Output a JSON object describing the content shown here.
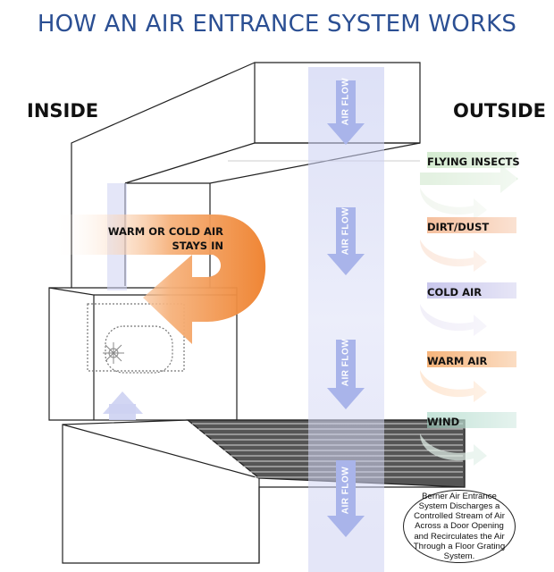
{
  "title": "HOW AN AIR ENTRANCE SYSTEM WORKS",
  "labels": {
    "inside": "INSIDE",
    "outside": "OUTSIDE",
    "warm_or_cold_line1": "WARM OR COLD AIR",
    "warm_or_cold_line2": "STAYS IN",
    "air_flow": "AIR FLOW"
  },
  "conditions": [
    {
      "label": "FLYING INSECTS",
      "color": "#a9d8a2"
    },
    {
      "label": "DIRT/DUST",
      "color": "#f2a97c"
    },
    {
      "label": "COLD AIR",
      "color": "#b7b4e6"
    },
    {
      "label": "WARM AIR",
      "color": "#f4a15a"
    },
    {
      "label": "WIND",
      "color": "#9fd2bf"
    }
  ],
  "callout": "Berner Air Entrance System Discharges a Controlled Stream of Air Across a Door Opening and Recirculates the Air Through a Floor Grating System.",
  "colors": {
    "title": "#2b4f93",
    "airflow_band": "#c9cdf1",
    "airflow_arrow": "#a8b4ec",
    "warm_arrow": "#f08a3a"
  }
}
